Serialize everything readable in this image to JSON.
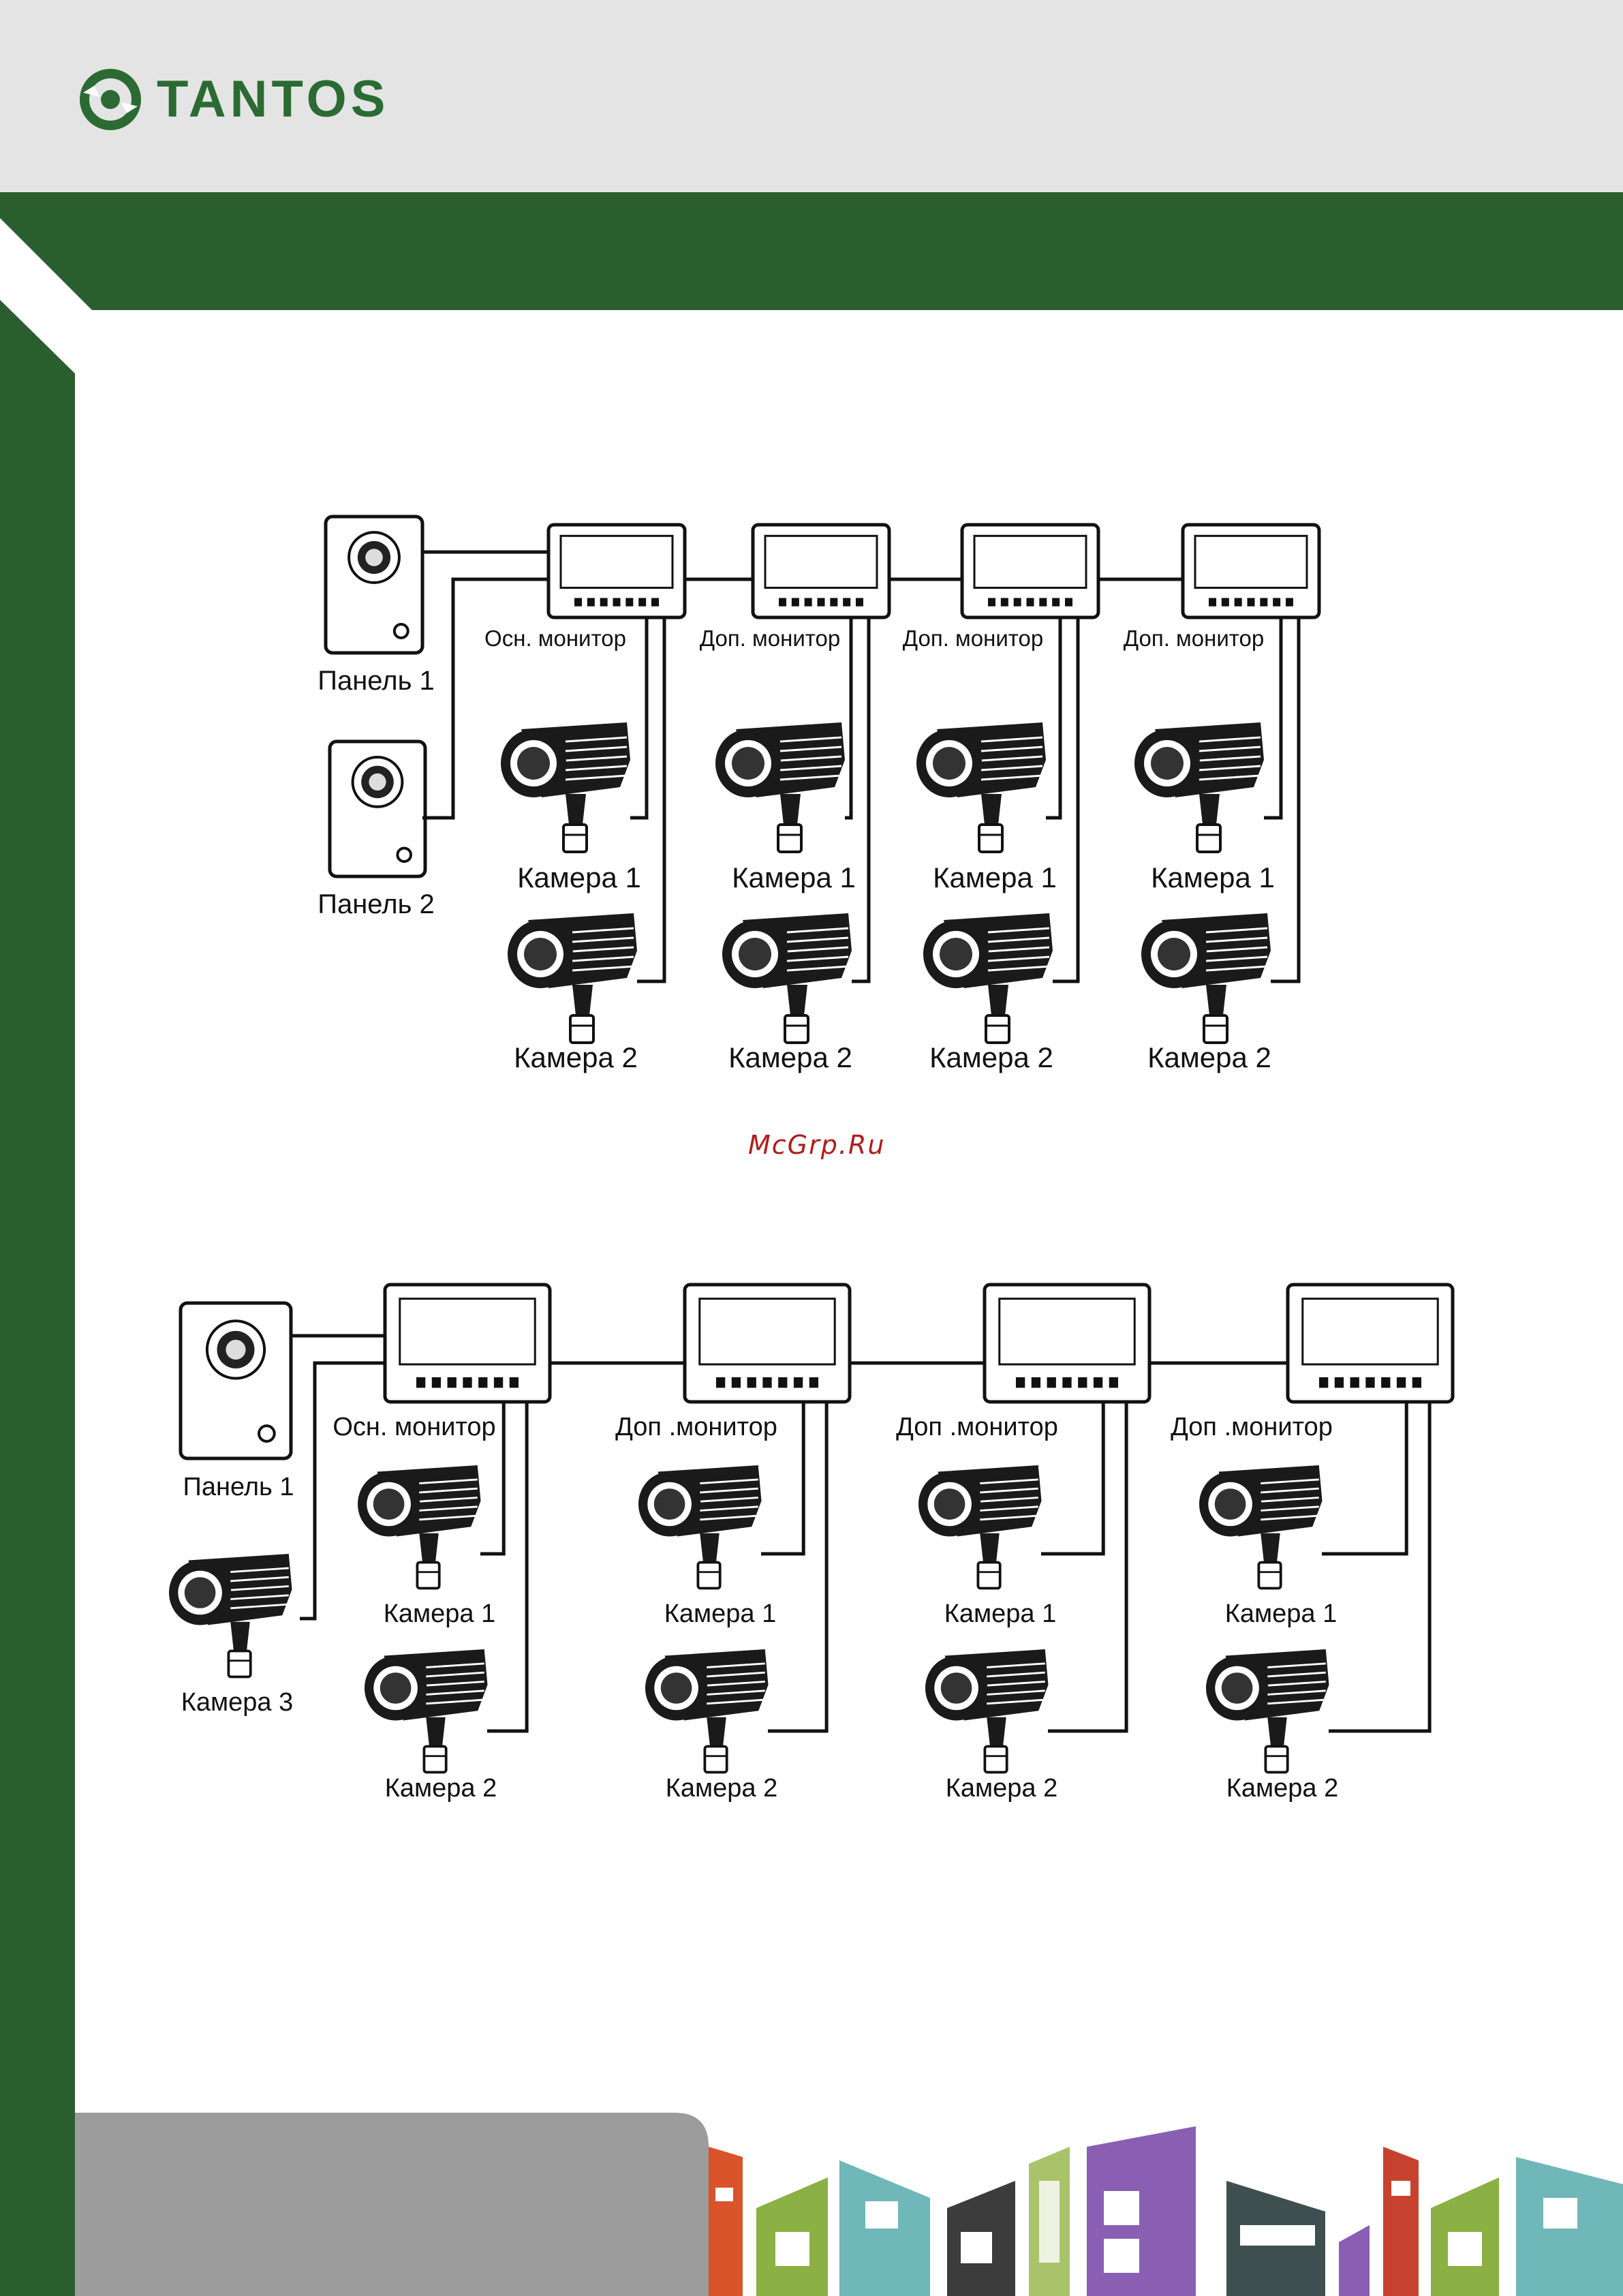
{
  "brand": {
    "name": "TANTOS",
    "logo_icon": "tantos-ring-logo",
    "color": "#2b6b33"
  },
  "watermark": "McGrp.Ru",
  "colors": {
    "band_green": "#2b5e2f",
    "header_grey": "#e4e4e4",
    "footer_grey": "#9c9c9c",
    "building_colors": [
      "#d9532b",
      "#8bb043",
      "#6fb7b8",
      "#3c3c3c",
      "#a9c36a",
      "#8a5fb3",
      "#3f4f4f",
      "#c7422e"
    ]
  },
  "diagram1": {
    "panels": [
      "Панель 1",
      "Панель 2"
    ],
    "monitors": [
      "Осн. монитор",
      "Доп. монитор",
      "Доп. монитор",
      "Доп. монитор"
    ],
    "cameras_top": [
      "Камера 1",
      "Камера 1",
      "Камера 1",
      "Камера 1"
    ],
    "cameras_bottom": [
      "Камера 2",
      "Камера 2",
      "Камера 2",
      "Камера 2"
    ]
  },
  "diagram2": {
    "panels": [
      "Панель 1"
    ],
    "extra_camera": "Камера 3",
    "monitors": [
      "Осн. монитор",
      "Доп .монитор",
      "Доп .монитор",
      "Доп .монитор"
    ],
    "cameras_top": [
      "Камера 1",
      "Камера 1",
      "Камера 1",
      "Камера 1"
    ],
    "cameras_bottom": [
      "Камера 2",
      "Камера 2",
      "Камера 2",
      "Камера 2"
    ]
  }
}
